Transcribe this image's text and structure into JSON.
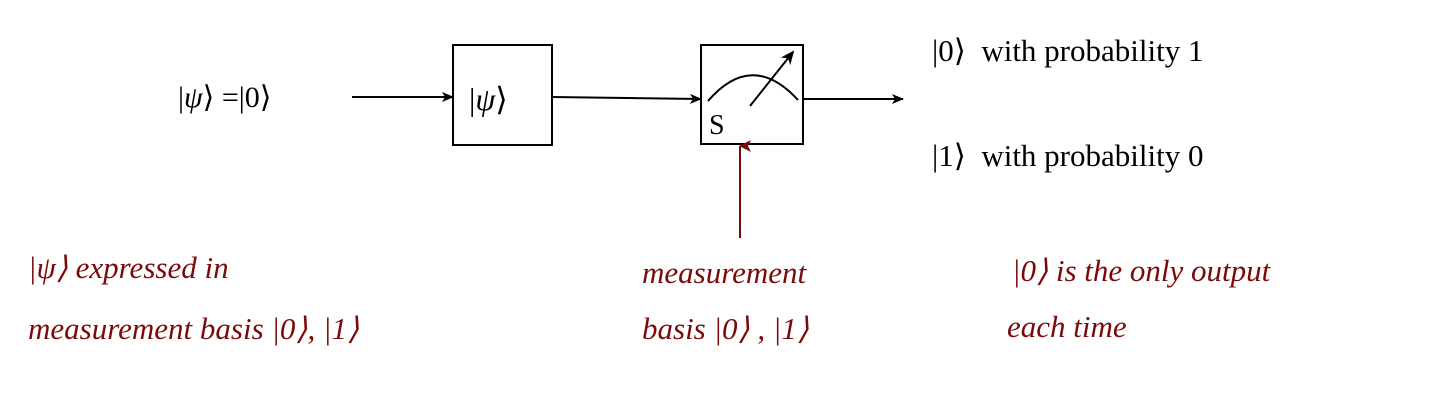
{
  "colors": {
    "ink": "#000000",
    "annotation": "#7a0a0a"
  },
  "input_state": {
    "bar_left": "|",
    "psi": "ψ",
    "rangle_eq": "⟩ =",
    "bar_left_2": "|",
    "zero": "0⟩"
  },
  "state_box": {
    "bar": "|",
    "psi": "ψ",
    "rangle": "⟩"
  },
  "meter": {
    "label": "S"
  },
  "outputs": [
    {
      "state": "|0⟩",
      "text": "with probability 1"
    },
    {
      "state": "|1⟩",
      "text": "with probability 0"
    }
  ],
  "annotations": {
    "left_line1_state": "|ψ⟩",
    "left_line1_text": "expressed in",
    "left_line2": "measurement basis |0⟩,  |1⟩",
    "middle_line1": "measurement",
    "middle_line2": "basis |0⟩ , |1⟩",
    "right_line1_state": "|0⟩",
    "right_line1_text": "is the only  output",
    "right_line2": "each time"
  }
}
